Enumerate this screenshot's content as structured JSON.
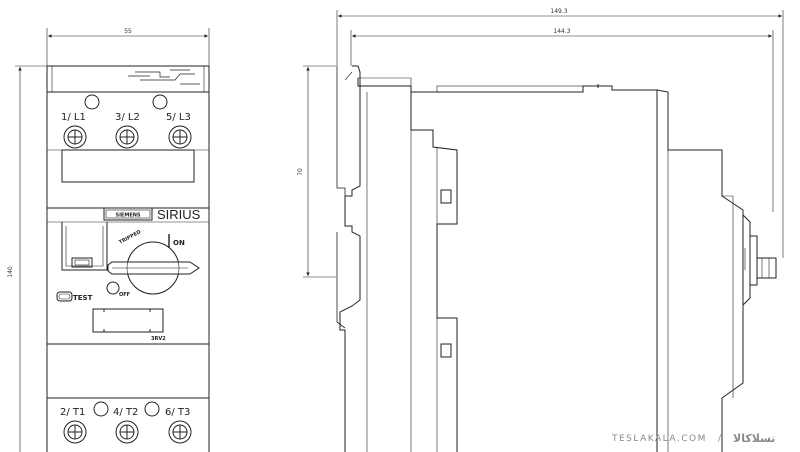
{
  "front_view": {
    "dim_width": "55",
    "dim_height": "140",
    "top_terminals": [
      "1/ L1",
      "3/ L2",
      "5/ L3"
    ],
    "bottom_terminals": [
      "2/ T1",
      "4/ T2",
      "6/ T3"
    ],
    "brand": "SIEMENS",
    "series": "SIRIUS",
    "on_label": "ON",
    "off_label": "OFF",
    "tripped_label": "TRIPPED",
    "test_label": "TEST",
    "code_label": "3RV2"
  },
  "side_view": {
    "dim_total_depth": "149.3",
    "dim_depth": "144.3",
    "dim_rail_height": "70"
  },
  "watermark": {
    "site": "TESLAKALA.COM",
    "separator": "/",
    "brand_fa": "تسلاکالا"
  }
}
